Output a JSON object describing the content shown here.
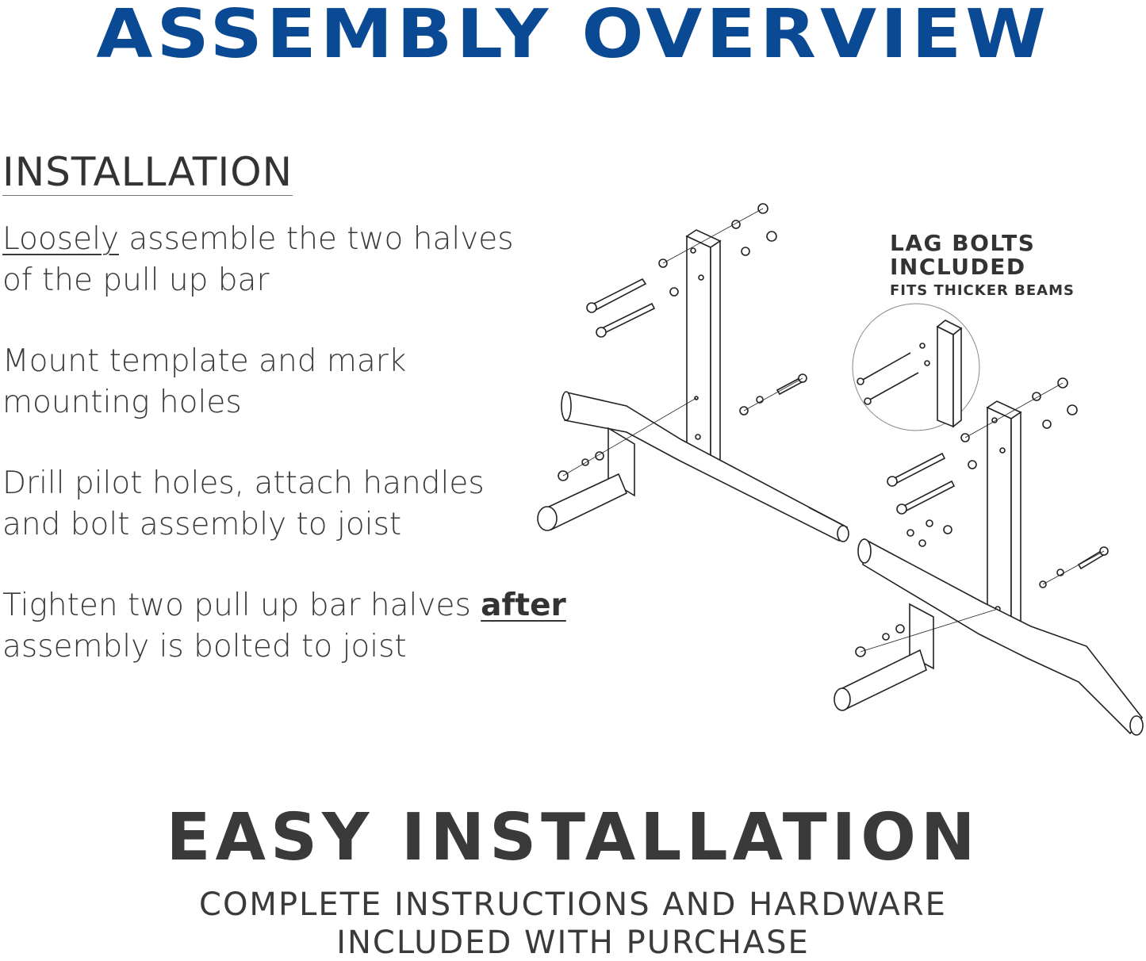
{
  "header": {
    "title": "ASSEMBLY OVERVIEW",
    "title_color": "#0a4a95"
  },
  "installation": {
    "heading": "INSTALLATION",
    "steps": [
      {
        "lead": "Loosely",
        "line1_rest": " assemble the two halves",
        "line2": "of the pull up bar"
      },
      {
        "line1": "Mount template and mark",
        "line2": "mounting holes"
      },
      {
        "line1": "Drill pilot holes, attach handles",
        "line2": "and bolt assembly to joist"
      },
      {
        "line1_start": "Tighten two pull up bar halves ",
        "emph": "after",
        "line2": "assembly is bolted to joist"
      }
    ]
  },
  "callout": {
    "line1": "LAG BOLTS",
    "line2": "INCLUDED",
    "line3": "FITS THICKER BEAMS"
  },
  "footer": {
    "headline": "EASY INSTALLATION",
    "sub1": "COMPLETE INSTRUCTIONS AND HARDWARE",
    "sub2": "INCLUDED WITH PURCHASE"
  }
}
